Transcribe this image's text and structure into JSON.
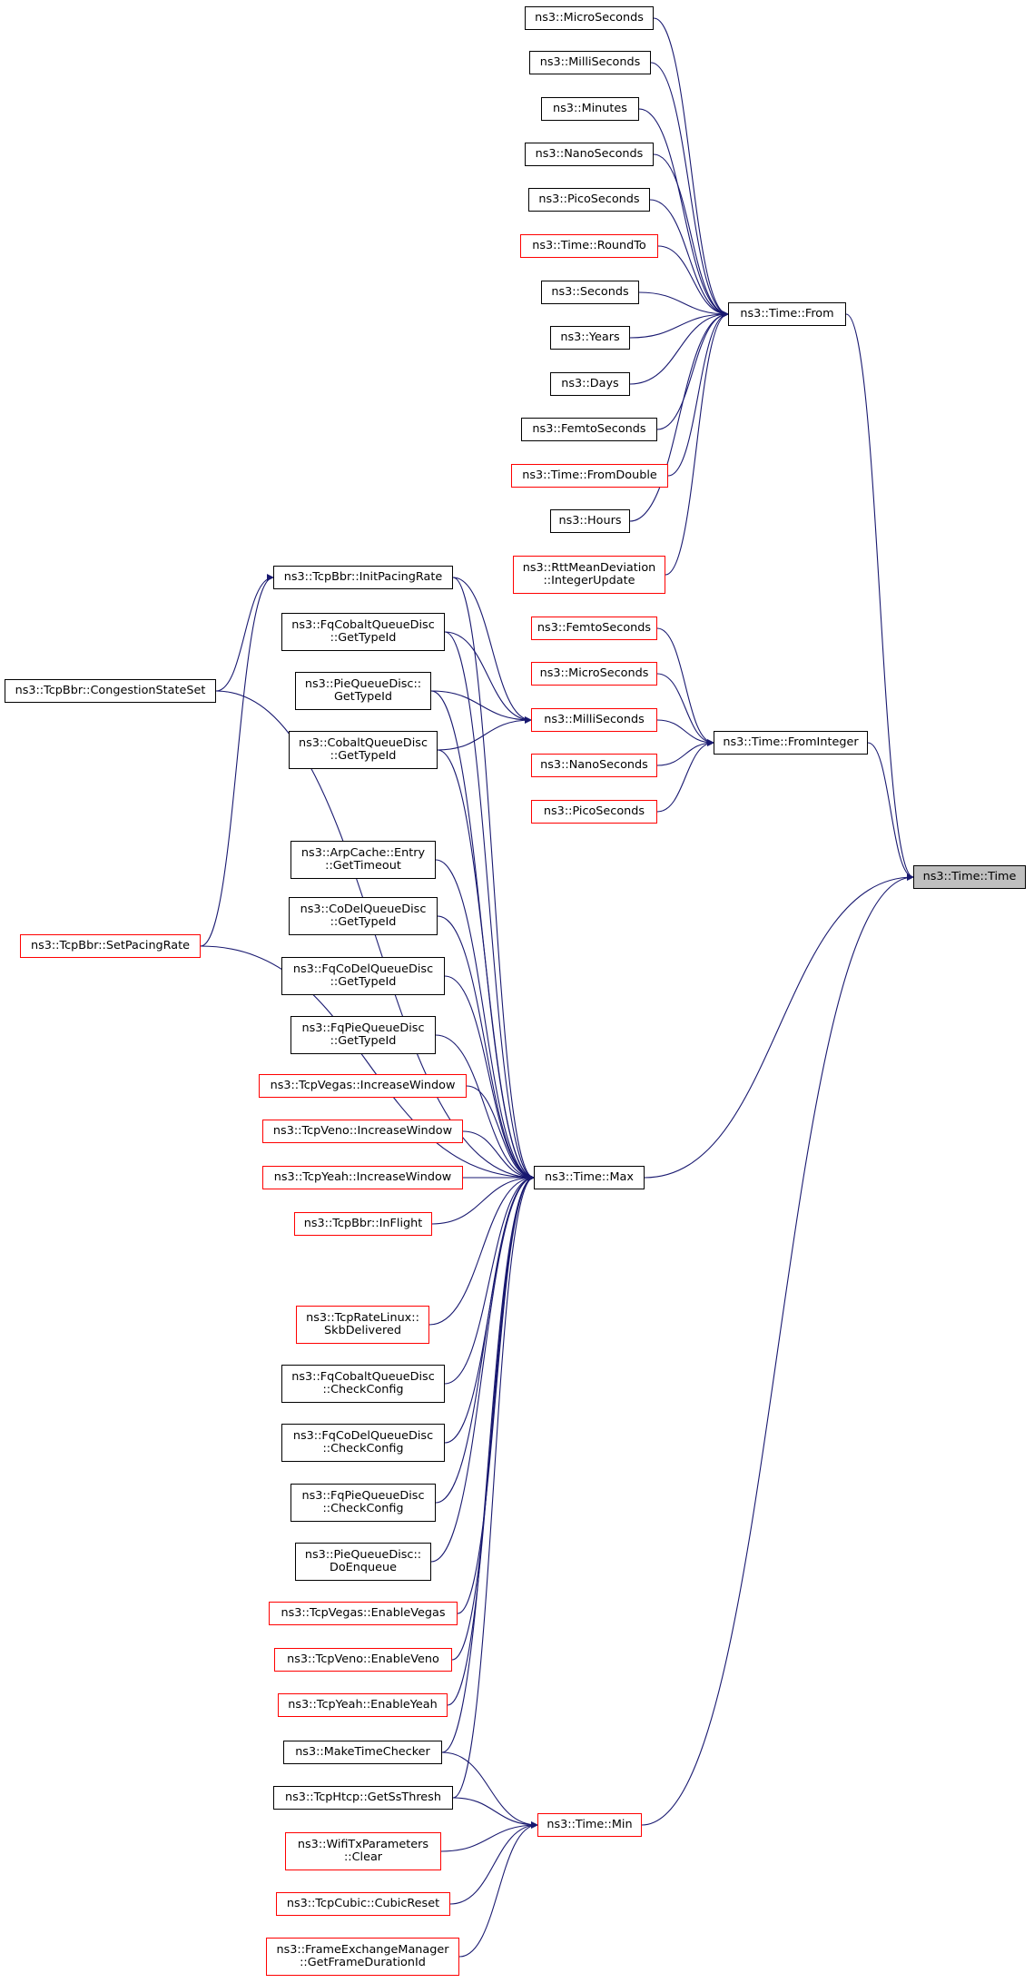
{
  "colors": {
    "edge": "#191970",
    "box_border": "#000000",
    "box_border_alt": "#ff0000",
    "root_fill": "#bfbfbf",
    "background": "#ffffff"
  },
  "nodes": [
    {
      "id": "micro_s",
      "lines": [
        "ns3::MicroSeconds"
      ]
    },
    {
      "id": "milli_s",
      "lines": [
        "ns3::MilliSeconds"
      ]
    },
    {
      "id": "minutes",
      "lines": [
        "ns3::Minutes"
      ]
    },
    {
      "id": "nano_s",
      "lines": [
        "ns3::NanoSeconds"
      ]
    },
    {
      "id": "pico_s",
      "lines": [
        "ns3::PicoSeconds"
      ]
    },
    {
      "id": "roundto",
      "lines": [
        "ns3::Time::RoundTo"
      ],
      "red": true
    },
    {
      "id": "seconds",
      "lines": [
        "ns3::Seconds"
      ]
    },
    {
      "id": "years",
      "lines": [
        "ns3::Years"
      ]
    },
    {
      "id": "days",
      "lines": [
        "ns3::Days"
      ]
    },
    {
      "id": "femto_s",
      "lines": [
        "ns3::FemtoSeconds"
      ]
    },
    {
      "id": "fromdouble",
      "lines": [
        "ns3::Time::FromDouble"
      ],
      "red": true
    },
    {
      "id": "hours",
      "lines": [
        "ns3::Hours"
      ]
    },
    {
      "id": "rttmean",
      "lines": [
        "ns3::RttMeanDeviation",
        "::IntegerUpdate"
      ],
      "red": true
    },
    {
      "id": "from",
      "lines": [
        "ns3::Time::From"
      ]
    },
    {
      "id": "femto_i",
      "lines": [
        "ns3::FemtoSeconds"
      ],
      "red": true
    },
    {
      "id": "micro_i",
      "lines": [
        "ns3::MicroSeconds"
      ],
      "red": true
    },
    {
      "id": "milli_i",
      "lines": [
        "ns3::MilliSeconds"
      ],
      "red": true
    },
    {
      "id": "nano_i",
      "lines": [
        "ns3::NanoSeconds"
      ],
      "red": true
    },
    {
      "id": "pico_i",
      "lines": [
        "ns3::PicoSeconds"
      ],
      "red": true
    },
    {
      "id": "fromint",
      "lines": [
        "ns3::Time::FromInteger"
      ]
    },
    {
      "id": "time",
      "lines": [
        "ns3::Time::Time"
      ],
      "root": true
    },
    {
      "id": "initpacing",
      "lines": [
        "ns3::TcpBbr::InitPacingRate"
      ]
    },
    {
      "id": "fqcobalt_gt",
      "lines": [
        "ns3::FqCobaltQueueDisc",
        "::GetTypeId"
      ]
    },
    {
      "id": "pie_gt",
      "lines": [
        "ns3::PieQueueDisc::",
        "GetTypeId"
      ]
    },
    {
      "id": "cobalt_gt",
      "lines": [
        "ns3::CobaltQueueDisc",
        "::GetTypeId"
      ]
    },
    {
      "id": "congstate",
      "lines": [
        "ns3::TcpBbr::CongestionStateSet"
      ]
    },
    {
      "id": "arpcache",
      "lines": [
        "ns3::ArpCache::Entry",
        "::GetTimeout"
      ]
    },
    {
      "id": "codel_gt",
      "lines": [
        "ns3::CoDelQueueDisc",
        "::GetTypeId"
      ]
    },
    {
      "id": "fqcodel_gt",
      "lines": [
        "ns3::FqCoDelQueueDisc",
        "::GetTypeId"
      ]
    },
    {
      "id": "fqpie_gt",
      "lines": [
        "ns3::FqPieQueueDisc",
        "::GetTypeId"
      ]
    },
    {
      "id": "setpacing",
      "lines": [
        "ns3::TcpBbr::SetPacingRate"
      ],
      "red": true
    },
    {
      "id": "vegas_iw",
      "lines": [
        "ns3::TcpVegas::IncreaseWindow"
      ],
      "red": true
    },
    {
      "id": "veno_iw",
      "lines": [
        "ns3::TcpVeno::IncreaseWindow"
      ],
      "red": true
    },
    {
      "id": "yeah_iw",
      "lines": [
        "ns3::TcpYeah::IncreaseWindow"
      ],
      "red": true
    },
    {
      "id": "inflight",
      "lines": [
        "ns3::TcpBbr::InFlight"
      ],
      "red": true
    },
    {
      "id": "max",
      "lines": [
        "ns3::Time::Max"
      ]
    },
    {
      "id": "ratelinux",
      "lines": [
        "ns3::TcpRateLinux::",
        "SkbDelivered"
      ],
      "red": true
    },
    {
      "id": "fqcobalt_cc",
      "lines": [
        "ns3::FqCobaltQueueDisc",
        "::CheckConfig"
      ]
    },
    {
      "id": "fqcodel_cc",
      "lines": [
        "ns3::FqCoDelQueueDisc",
        "::CheckConfig"
      ]
    },
    {
      "id": "fqpie_cc",
      "lines": [
        "ns3::FqPieQueueDisc",
        "::CheckConfig"
      ]
    },
    {
      "id": "pie_enq",
      "lines": [
        "ns3::PieQueueDisc::",
        "DoEnqueue"
      ]
    },
    {
      "id": "vegas_en",
      "lines": [
        "ns3::TcpVegas::EnableVegas"
      ],
      "red": true
    },
    {
      "id": "veno_en",
      "lines": [
        "ns3::TcpVeno::EnableVeno"
      ],
      "red": true
    },
    {
      "id": "yeah_en",
      "lines": [
        "ns3::TcpYeah::EnableYeah"
      ],
      "red": true
    },
    {
      "id": "mkchecker",
      "lines": [
        "ns3::MakeTimeChecker"
      ]
    },
    {
      "id": "htcp",
      "lines": [
        "ns3::TcpHtcp::GetSsThresh"
      ]
    },
    {
      "id": "min",
      "lines": [
        "ns3::Time::Min"
      ],
      "red": true
    },
    {
      "id": "wifitx",
      "lines": [
        "ns3::WifiTxParameters",
        "::Clear"
      ],
      "red": true
    },
    {
      "id": "cubic",
      "lines": [
        "ns3::TcpCubic::CubicReset"
      ],
      "red": true
    },
    {
      "id": "frameex",
      "lines": [
        "ns3::FrameExchangeManager",
        "::GetFrameDurationId"
      ],
      "red": true
    }
  ],
  "edges": [
    [
      "micro_s",
      "from"
    ],
    [
      "milli_s",
      "from"
    ],
    [
      "minutes",
      "from"
    ],
    [
      "nano_s",
      "from"
    ],
    [
      "pico_s",
      "from"
    ],
    [
      "roundto",
      "from"
    ],
    [
      "seconds",
      "from"
    ],
    [
      "years",
      "from"
    ],
    [
      "days",
      "from"
    ],
    [
      "femto_s",
      "from"
    ],
    [
      "fromdouble",
      "from"
    ],
    [
      "hours",
      "from"
    ],
    [
      "rttmean",
      "from"
    ],
    [
      "from",
      "time"
    ],
    [
      "femto_i",
      "fromint"
    ],
    [
      "micro_i",
      "fromint"
    ],
    [
      "milli_i",
      "fromint"
    ],
    [
      "nano_i",
      "fromint"
    ],
    [
      "pico_i",
      "fromint"
    ],
    [
      "fromint",
      "time"
    ],
    [
      "initpacing",
      "milli_i"
    ],
    [
      "fqcobalt_gt",
      "milli_i"
    ],
    [
      "pie_gt",
      "milli_i"
    ],
    [
      "cobalt_gt",
      "milli_i"
    ],
    [
      "congstate",
      "initpacing"
    ],
    [
      "setpacing",
      "initpacing"
    ],
    [
      "max",
      "time"
    ],
    [
      "min",
      "time"
    ],
    [
      "initpacing",
      "max"
    ],
    [
      "fqcobalt_gt",
      "max"
    ],
    [
      "pie_gt",
      "max"
    ],
    [
      "cobalt_gt",
      "max"
    ],
    [
      "congstate",
      "max"
    ],
    [
      "arpcache",
      "max"
    ],
    [
      "codel_gt",
      "max"
    ],
    [
      "fqcodel_gt",
      "max"
    ],
    [
      "fqpie_gt",
      "max"
    ],
    [
      "setpacing",
      "max"
    ],
    [
      "vegas_iw",
      "max"
    ],
    [
      "veno_iw",
      "max"
    ],
    [
      "yeah_iw",
      "max"
    ],
    [
      "inflight",
      "max"
    ],
    [
      "ratelinux",
      "max"
    ],
    [
      "fqcobalt_cc",
      "max"
    ],
    [
      "fqcodel_cc",
      "max"
    ],
    [
      "fqpie_cc",
      "max"
    ],
    [
      "pie_enq",
      "max"
    ],
    [
      "vegas_en",
      "max"
    ],
    [
      "veno_en",
      "max"
    ],
    [
      "yeah_en",
      "max"
    ],
    [
      "mkchecker",
      "max"
    ],
    [
      "htcp",
      "max"
    ],
    [
      "mkchecker",
      "min"
    ],
    [
      "htcp",
      "min"
    ],
    [
      "wifitx",
      "min"
    ],
    [
      "cubic",
      "min"
    ],
    [
      "frameex",
      "min"
    ]
  ]
}
